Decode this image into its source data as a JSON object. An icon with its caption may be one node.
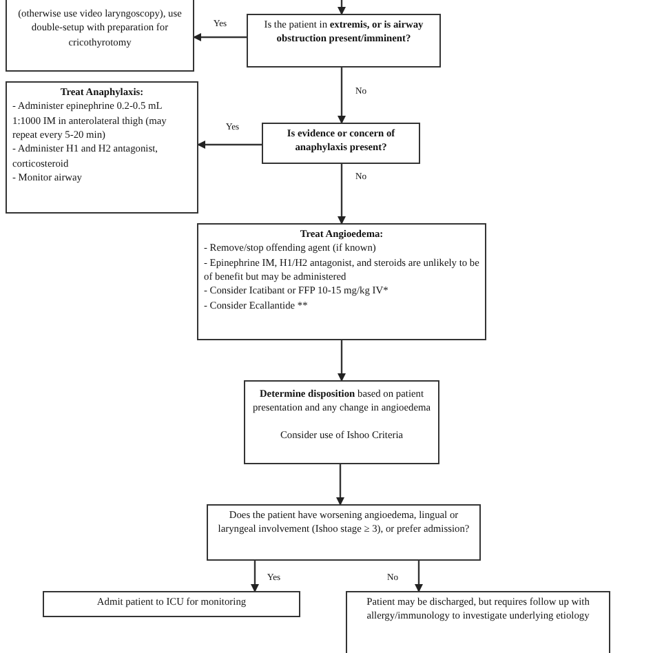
{
  "diagram": {
    "nodes": [
      {
        "text": [
          "(otherwise use video laryngoscopy), use double-setup with preparation for cricothyrotomy"
        ]
      },
      {
        "text": [
          "Is the patient in **extremis, or is airway obstruction present/imminent?**"
        ]
      },
      {
        "text": [
          "Treat Anaphylaxis:",
          "- Administer epinephrine 0.2-0.5 mL 1:1000 IM in anterolateral thigh (may repeat every 5-20 min)",
          "- Administer H1 and H2 antagonist, corticosteroid",
          "- Monitor airway"
        ]
      },
      {
        "text": [
          "Is evidence or concern of anaphylaxis present?"
        ]
      },
      {
        "text": [
          "Treat Angioedema:",
          "- Remove/stop offending agent (if known)",
          "- Epinephrine IM, H1/H2 antagonist, and steroids are unlikely to be of benefit but may be administered",
          "- Consider Icatibant or FFP 10-15 mg/kg IV*",
          "- Consider Ecallantide **"
        ]
      },
      {
        "text": [
          "**Determine disposition** based on patient presentation and any change in angioedema",
          "Consider use of Ishoo Criteria"
        ]
      },
      {
        "text": [
          "Does the patient have worsening angioedema, lingual or laryngeal involvement (Ishoo stage ≥ 3), or prefer admission?"
        ]
      },
      {
        "text": [
          "Admit patient to ICU for monitoring"
        ]
      },
      {
        "text": [
          "Patient may be discharged, but requires follow up with allergy/immunology to investigate underlying etiology"
        ]
      }
    ],
    "edges": [
      {
        "from": null,
        "to": 1,
        "arrow": "to"
      },
      {
        "from": 1,
        "to": 0,
        "arrow": "to",
        "label": "Yes"
      },
      {
        "from": 1,
        "to": 3,
        "arrow": "to",
        "label": "No"
      },
      {
        "from": 3,
        "to": 2,
        "arrow": "to",
        "label": "Yes"
      },
      {
        "from": 3,
        "to": 4,
        "arrow": "to",
        "label": "No"
      },
      {
        "from": 4,
        "to": 5,
        "arrow": "to"
      },
      {
        "from": 5,
        "to": 6,
        "arrow": "to"
      },
      {
        "from": 6,
        "to": 7,
        "arrow": "to",
        "label": "Yes"
      },
      {
        "from": 6,
        "to": 8,
        "arrow": "to",
        "label": "No"
      }
    ]
  }
}
